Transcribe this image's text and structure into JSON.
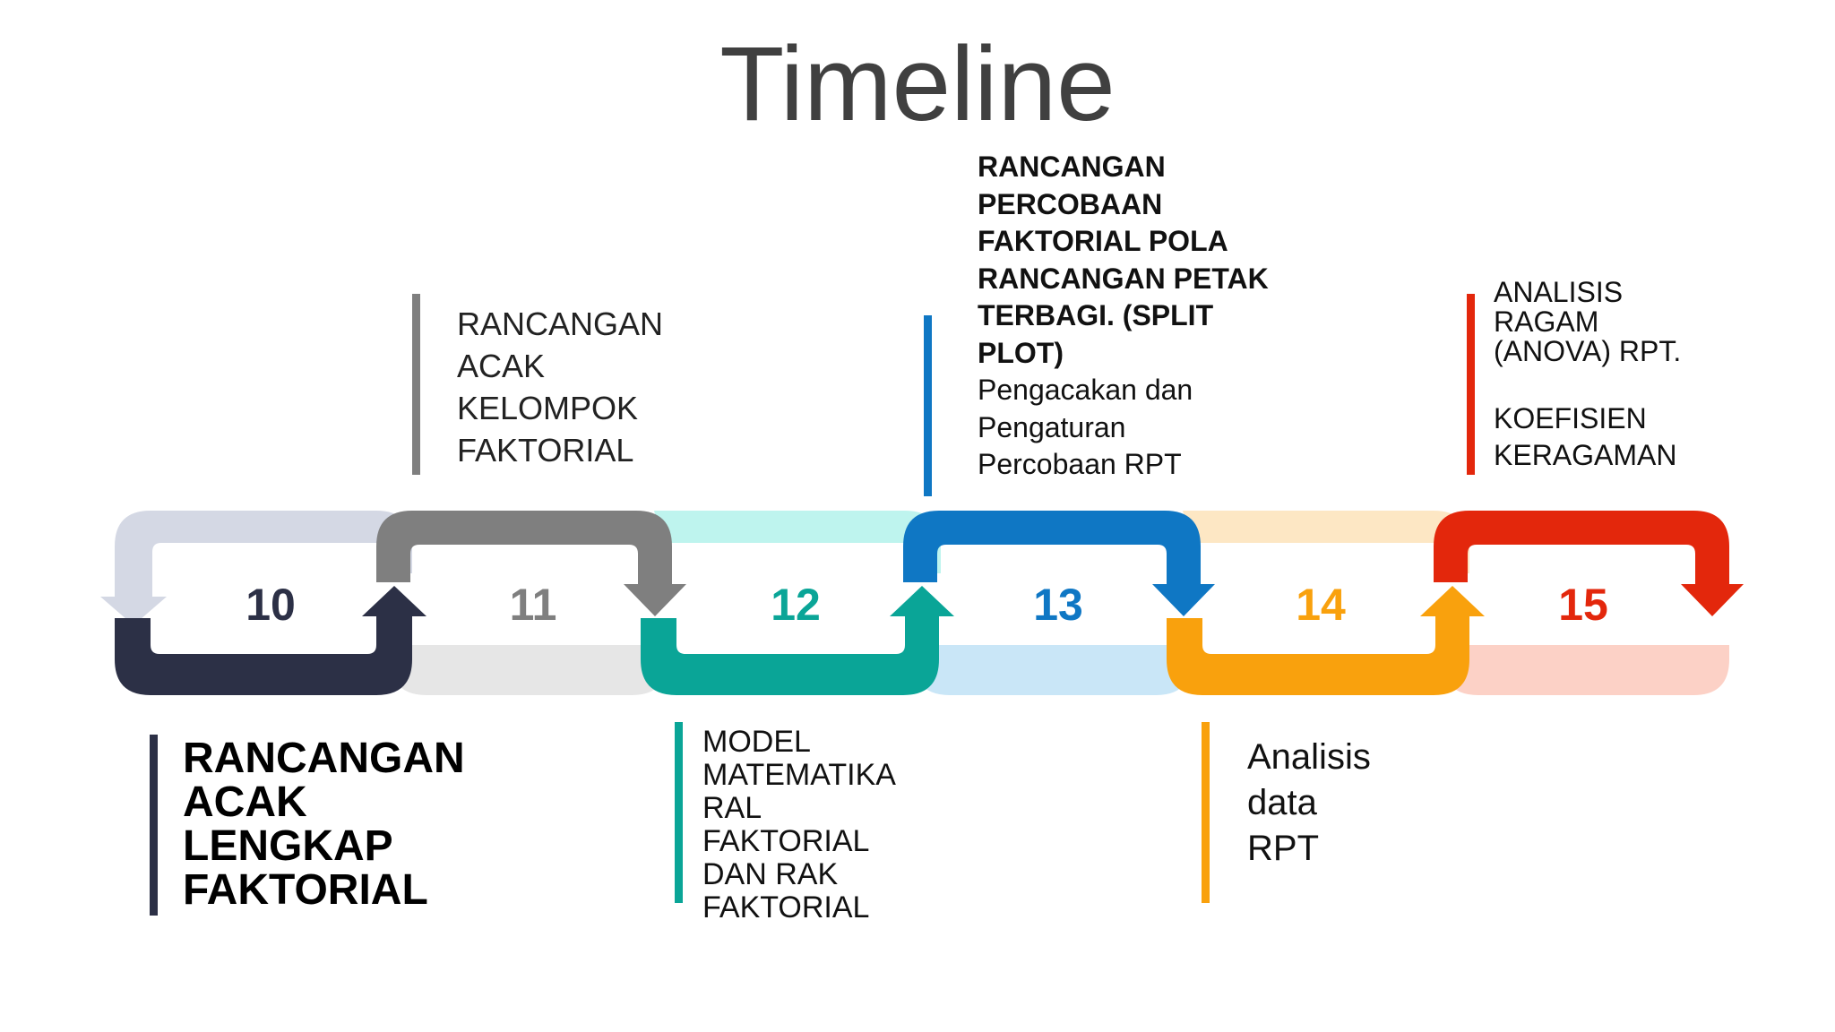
{
  "title": "Timeline",
  "colors": {
    "s10": "#2c3046",
    "s11": "#7f7f7f",
    "s12": "#0aa597",
    "s13": "#0f77c4",
    "s14": "#f9a10d",
    "s15": "#e3270c",
    "s10_light": "#d4d8e4",
    "s11_light": "#e6e6e6",
    "s12_light": "#bef4ee",
    "s13_light": "#c9e6f7",
    "s14_light": "#fde7c4",
    "s15_light": "#fcd1c6"
  },
  "steps": [
    {
      "number": "10",
      "color": "#2c3046"
    },
    {
      "number": "11",
      "color": "#7f7f7f"
    },
    {
      "number": "12",
      "color": "#0aa597"
    },
    {
      "number": "13",
      "color": "#0f77c4"
    },
    {
      "number": "14",
      "color": "#f9a10d"
    },
    {
      "number": "15",
      "color": "#e3270c"
    }
  ],
  "notes": {
    "s10": [
      "RANCANGAN",
      "ACAK",
      "LENGKAP",
      "FAKTORIAL"
    ],
    "s11": [
      "RANCANGAN",
      "ACAK",
      "KELOMPOK",
      "FAKTORIAL"
    ],
    "s12": [
      "MODEL",
      "MATEMATIKA",
      "RAL",
      "FAKTORIAL",
      "DAN RAK",
      "FAKTORIAL"
    ],
    "s13_bold": [
      "RANCANGAN",
      "PERCOBAAN",
      "FAKTORIAL POLA",
      "RANCANGAN PETAK",
      "TERBAGI. (SPLIT",
      "PLOT)"
    ],
    "s13": [
      "Pengacakan dan",
      "Pengaturan",
      "Percobaan RPT"
    ],
    "s14": [
      "Analisis",
      "data",
      "RPT"
    ],
    "s15a": [
      "ANALISIS",
      "RAGAM",
      "(ANOVA) RPT."
    ],
    "s15b": [
      "KOEFISIEN",
      "KERAGAMAN"
    ]
  }
}
